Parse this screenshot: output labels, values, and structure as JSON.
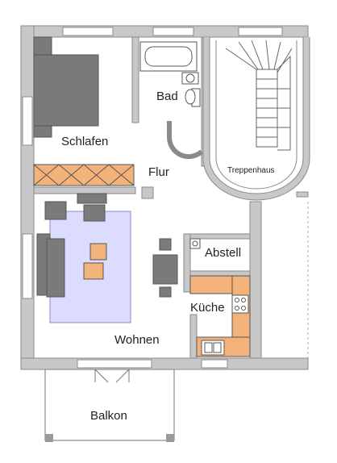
{
  "plan": {
    "rooms": {
      "schlafen": "Schlafen",
      "bad": "Bad",
      "flur": "Flur",
      "treppenhaus": "Treppenhaus",
      "abstell": "Abstell",
      "kueche": "Küche",
      "wohnen": "Wohnen",
      "balkon": "Balkon"
    },
    "colors": {
      "wall": "#c8c8c8",
      "wall_edge": "#8a8a8a",
      "furniture": "#7a7a7a",
      "rug": "#dcdcff",
      "accent_orange": "#f2b27a",
      "wardrobe": "#f2b27a",
      "fixture_outline": "#555555"
    }
  }
}
